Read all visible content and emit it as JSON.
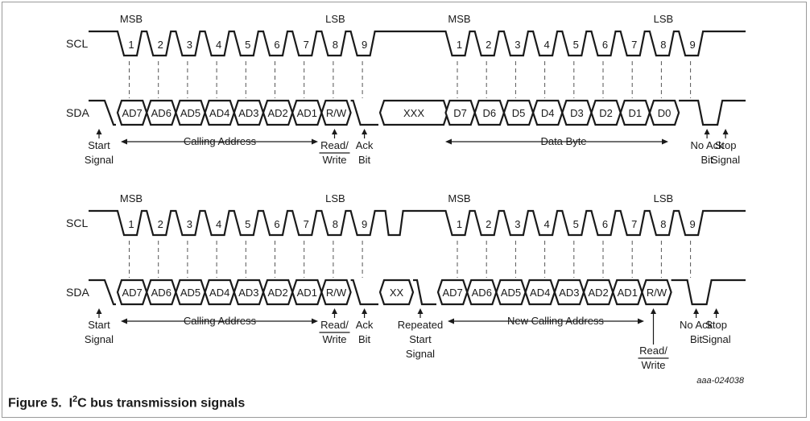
{
  "caption": {
    "label": "Figure 5.",
    "i2c_i": "I",
    "i2c_sup": "2",
    "i2c_rest": "C bus transmission signals"
  },
  "figure_id": "aaa-024038",
  "signal_names": {
    "scl": "SCL",
    "sda": "SDA"
  },
  "panels": [
    {
      "id": "top",
      "bit_labels": [
        {
          "text": "MSB",
          "nth": 1
        },
        {
          "text": "LSB",
          "nth": 8
        },
        {
          "text": "MSB",
          "nth": 10
        },
        {
          "text": "LSB",
          "nth": 17
        }
      ],
      "clock_numbers": [
        "1",
        "2",
        "3",
        "4",
        "5",
        "6",
        "7",
        "8",
        "9",
        "1",
        "2",
        "3",
        "4",
        "5",
        "6",
        "7",
        "8",
        "9"
      ],
      "data_cells": [
        "AD7",
        "AD6",
        "AD5",
        "AD4",
        "AD3",
        "AD2",
        "AD1",
        "R/W",
        "XXX",
        "D7",
        "D6",
        "D5",
        "D4",
        "D3",
        "D2",
        "D1",
        "D0"
      ],
      "annotations": {
        "start_line1": "Start",
        "start_line2": "Signal",
        "calling_address": "Calling Address",
        "read_line1": "Read/",
        "write_line2": "Write",
        "ack_line1": "Ack",
        "ack_line2": "Bit",
        "data_byte": "Data Byte",
        "noack_line1": "No Ack",
        "noack_line2": "Bit",
        "stop_line1": "Stop",
        "stop_line2": "Signal"
      }
    },
    {
      "id": "bottom",
      "bit_labels": [
        {
          "text": "MSB",
          "nth": 1
        },
        {
          "text": "LSB",
          "nth": 8
        },
        {
          "text": "MSB",
          "nth": 10
        },
        {
          "text": "LSB",
          "nth": 17
        }
      ],
      "clock_numbers": [
        "1",
        "2",
        "3",
        "4",
        "5",
        "6",
        "7",
        "8",
        "9",
        "1",
        "2",
        "3",
        "4",
        "5",
        "6",
        "7",
        "8",
        "9"
      ],
      "data_cells": [
        "AD7",
        "AD6",
        "AD5",
        "AD4",
        "AD3",
        "AD2",
        "AD1",
        "R/W",
        "XX",
        "AD7",
        "AD6",
        "AD5",
        "AD4",
        "AD3",
        "AD2",
        "AD1",
        "R/W"
      ],
      "annotations": {
        "start_line1": "Start",
        "start_line2": "Signal",
        "calling_address": "Calling Address",
        "read_line1": "Read/",
        "write_line2": "Write",
        "ack_line1": "Ack",
        "ack_line2": "Bit",
        "repeated_line1": "Repeated",
        "repeated_line2": "Start",
        "repeated_line3": "Signal",
        "new_calling_address": "New Calling Address",
        "read2_line1": "Read/",
        "write2_line2": "Write",
        "noack_line1": "No Ack",
        "noack_line2": "Bit",
        "stop_line1": "Stop",
        "stop_line2": "Signal"
      }
    }
  ],
  "colors": {
    "line": "#1a1a1a",
    "text": "#1a1a1a",
    "dash": "#555555",
    "frame": "#9a9a9a"
  }
}
